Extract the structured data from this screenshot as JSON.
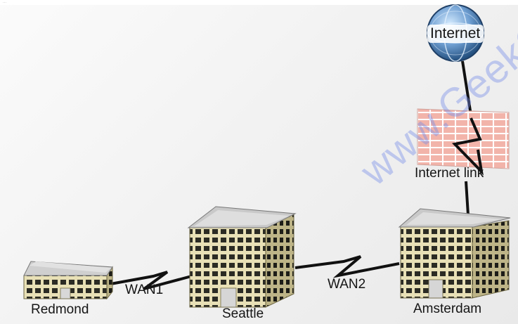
{
  "header_note": "...",
  "nodes": {
    "internet": "Internet",
    "redmond": "Redmond",
    "seattle": "Seattle",
    "amsterdam": "Amsterdam"
  },
  "links": {
    "internet_link": "Internet link",
    "wan1": "WAN1",
    "wan2": "WAN2"
  },
  "watermark": "www.GeekC",
  "colors": {
    "link_line": "#111111",
    "firewall_brick": "#f0b2a8",
    "building_facade": "#e7dfb4",
    "building_roof": "#c7c7c7",
    "globe": "#3a6fa8"
  }
}
